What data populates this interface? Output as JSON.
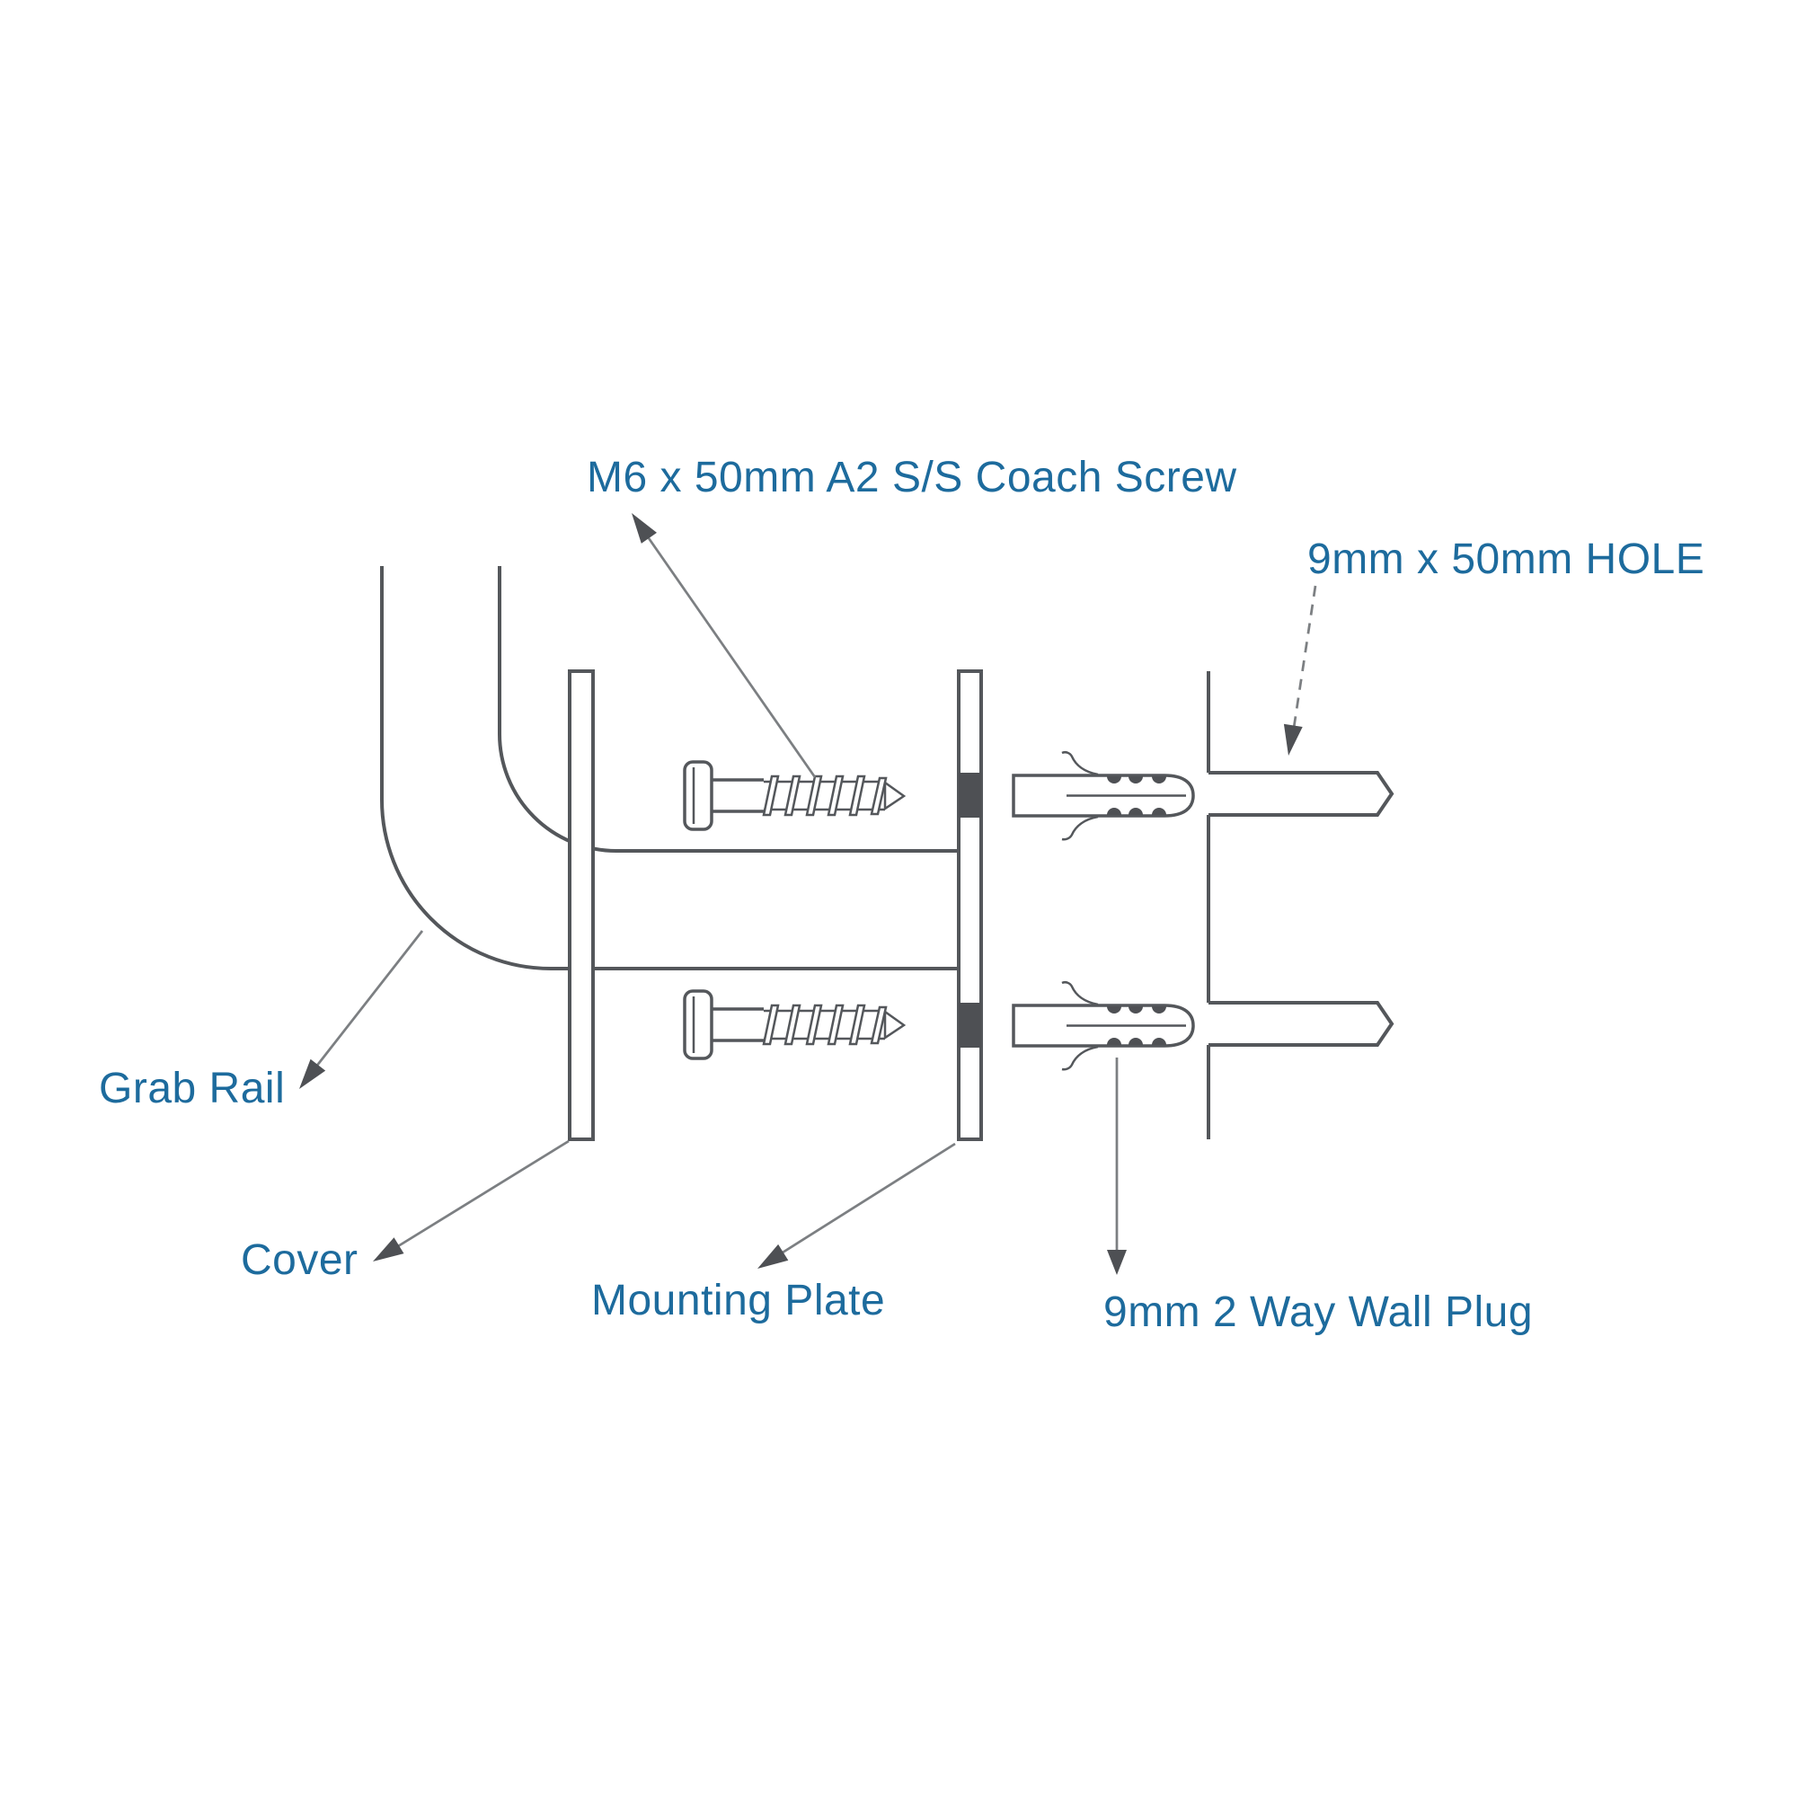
{
  "page": {
    "background": "#ffffff"
  },
  "colors": {
    "label_text": "#1d6b9d",
    "line": "#54575b",
    "leader": "#7c7f82",
    "dark_fill": "#4e5054",
    "background": "#ffffff"
  },
  "diagram": {
    "type": "grab-rail-installation-exploded-view",
    "labels": {
      "coach_screw": "M6 x 50mm A2 S/S Coach Screw",
      "hole": "9mm x 50mm HOLE",
      "grab_rail": "Grab Rail",
      "cover": "Cover",
      "mounting_plate": "Mounting Plate",
      "wall_plug": "9mm 2 Way Wall Plug"
    }
  }
}
